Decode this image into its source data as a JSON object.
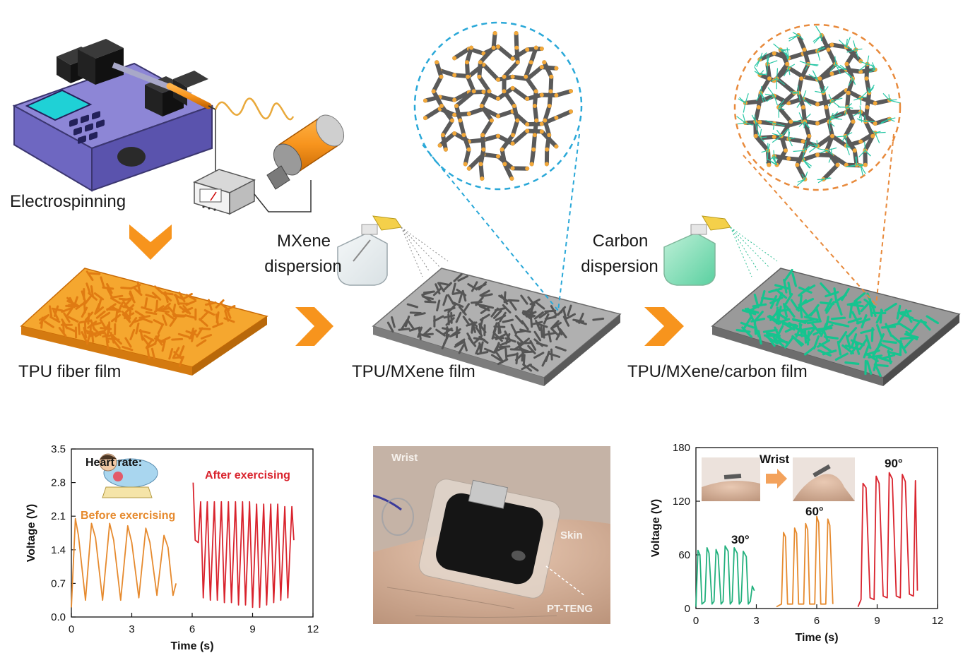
{
  "process": {
    "electrospinning_label": "Electrospinning",
    "mxene_label_line1": "MXene",
    "mxene_label_line2": "dispersion",
    "carbon_label_line1": "Carbon",
    "carbon_label_line2": "dispersion",
    "tpu_label": "TPU fiber film",
    "tpu_mxene_label": "TPU/MXene film",
    "tpu_mxene_carbon_label": "TPU/MXene/carbon film"
  },
  "photo": {
    "wrist_label": "Wrist",
    "skin_label": "Skin",
    "device_label": "PT-TENG"
  },
  "colors": {
    "orange_fiber": "#f7941d",
    "gray_fiber": "#8c8c8c",
    "green_fiber": "#1bbc8f",
    "blue_dash": "#2aa8d8",
    "orange_dash": "#e88a3c",
    "before_line": "#e68a2e",
    "after_line": "#d9232d",
    "green_line": "#22b07d"
  },
  "chart_data": [
    {
      "type": "line",
      "title": "",
      "xlabel": "Time (s)",
      "ylabel": "Voltage (V)",
      "xlim": [
        0,
        12
      ],
      "ylim": [
        0.0,
        3.5
      ],
      "xticks": [
        "0",
        "3",
        "6",
        "9",
        "12"
      ],
      "yticks": [
        "0.0",
        "0.7",
        "1.4",
        "2.1",
        "2.8",
        "3.5"
      ],
      "annotations": [
        "Heart rate:"
      ],
      "series": [
        {
          "name": "Before exercising",
          "color": "#e68a2e",
          "x": [
            0.0,
            0.2,
            0.35,
            0.7,
            1.0,
            1.2,
            1.55,
            1.9,
            2.1,
            2.45,
            2.8,
            3.0,
            3.35,
            3.7,
            3.9,
            4.25,
            4.6,
            4.8,
            5.05,
            5.2
          ],
          "y": [
            0.2,
            2.05,
            1.7,
            0.35,
            1.95,
            1.65,
            0.35,
            1.95,
            1.6,
            0.35,
            1.9,
            1.55,
            0.4,
            1.85,
            1.55,
            0.45,
            1.7,
            1.45,
            0.45,
            0.7
          ]
        },
        {
          "name": "After exercising",
          "color": "#d9232d",
          "x": [
            6.05,
            6.15,
            6.3,
            6.42,
            6.55,
            6.75,
            6.9,
            7.1,
            7.25,
            7.45,
            7.6,
            7.8,
            7.95,
            8.15,
            8.3,
            8.5,
            8.65,
            8.85,
            9.0,
            9.2,
            9.35,
            9.55,
            9.7,
            9.9,
            10.05,
            10.25,
            10.4,
            10.6,
            10.75,
            10.95,
            11.05
          ],
          "y": [
            2.8,
            1.6,
            1.55,
            2.4,
            0.4,
            2.4,
            0.35,
            2.4,
            0.35,
            2.4,
            0.3,
            2.4,
            0.3,
            2.4,
            0.25,
            2.4,
            0.25,
            2.4,
            0.2,
            2.35,
            0.2,
            2.35,
            0.25,
            2.35,
            0.3,
            2.35,
            0.35,
            2.3,
            0.4,
            2.3,
            1.6
          ]
        }
      ]
    },
    {
      "type": "line",
      "title": "",
      "xlabel": "Time (s)",
      "ylabel": "Voltage (V)",
      "xlim": [
        0,
        12
      ],
      "ylim": [
        0,
        180
      ],
      "xticks": [
        "0",
        "3",
        "6",
        "9",
        "12"
      ],
      "yticks": [
        "0",
        "60",
        "120",
        "180"
      ],
      "annotations": [
        "Wrist",
        "30°",
        "60°",
        "90°"
      ],
      "series": [
        {
          "name": "30°",
          "color": "#22b07d",
          "x": [
            0.0,
            0.1,
            0.2,
            0.3,
            0.45,
            0.55,
            0.65,
            0.8,
            0.9,
            1.0,
            1.1,
            1.25,
            1.35,
            1.45,
            1.6,
            1.7,
            1.8,
            1.9,
            2.05,
            2.15,
            2.25,
            2.35,
            2.5,
            2.6,
            2.7,
            2.8,
            2.9
          ],
          "y": [
            2,
            65,
            60,
            5,
            8,
            68,
            62,
            5,
            8,
            66,
            60,
            5,
            8,
            70,
            64,
            5,
            8,
            68,
            62,
            5,
            8,
            64,
            58,
            5,
            8,
            25,
            20
          ]
        },
        {
          "name": "60°",
          "color": "#e68a2e",
          "x": [
            4.0,
            4.25,
            4.35,
            4.45,
            4.55,
            4.8,
            4.9,
            5.0,
            5.1,
            5.35,
            5.45,
            5.55,
            5.65,
            5.9,
            6.0,
            6.1,
            6.2,
            6.45,
            6.55,
            6.65,
            6.8
          ],
          "y": [
            2,
            5,
            85,
            80,
            5,
            5,
            90,
            84,
            5,
            5,
            95,
            88,
            5,
            5,
            103,
            96,
            5,
            5,
            100,
            93,
            5
          ]
        },
        {
          "name": "90°",
          "color": "#d9232d",
          "x": [
            8.05,
            8.2,
            8.3,
            8.45,
            8.65,
            8.85,
            8.95,
            9.1,
            9.3,
            9.5,
            9.6,
            9.75,
            9.95,
            10.15,
            10.25,
            10.4,
            10.6,
            10.8,
            10.9,
            11.0
          ],
          "y": [
            2,
            10,
            140,
            135,
            12,
            10,
            148,
            140,
            14,
            12,
            152,
            145,
            14,
            12,
            150,
            142,
            16,
            14,
            143,
            20
          ]
        }
      ]
    }
  ]
}
